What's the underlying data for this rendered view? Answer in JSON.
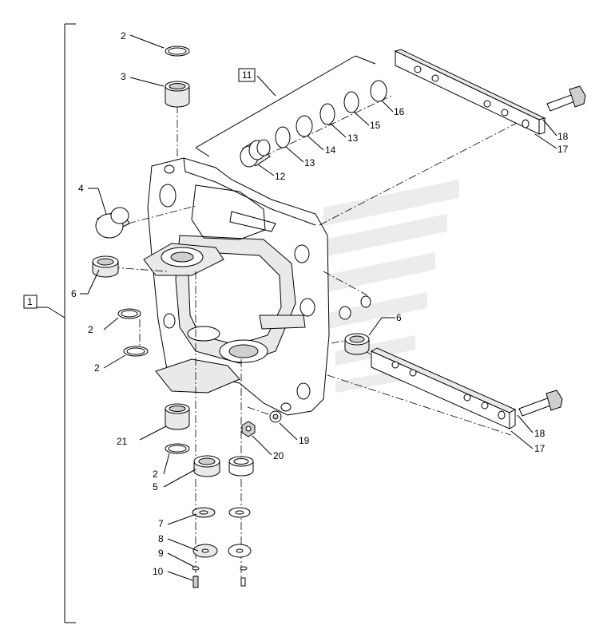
{
  "callouts": {
    "c1": "1",
    "c2a": "2",
    "c3": "3",
    "c4": "4",
    "c6a": "6",
    "c2b": "2",
    "c2c": "2",
    "c21": "21",
    "c2d": "2",
    "c5": "5",
    "c7": "7",
    "c8": "8",
    "c9": "9",
    "c10": "10",
    "c11": "11",
    "c12": "12",
    "c13a": "13",
    "c14": "14",
    "c13b": "13",
    "c15": "15",
    "c16": "16",
    "c18a": "18",
    "c17a": "17",
    "c6b": "6",
    "c19": "19",
    "c20": "20",
    "c18b": "18",
    "c17b": "17"
  }
}
